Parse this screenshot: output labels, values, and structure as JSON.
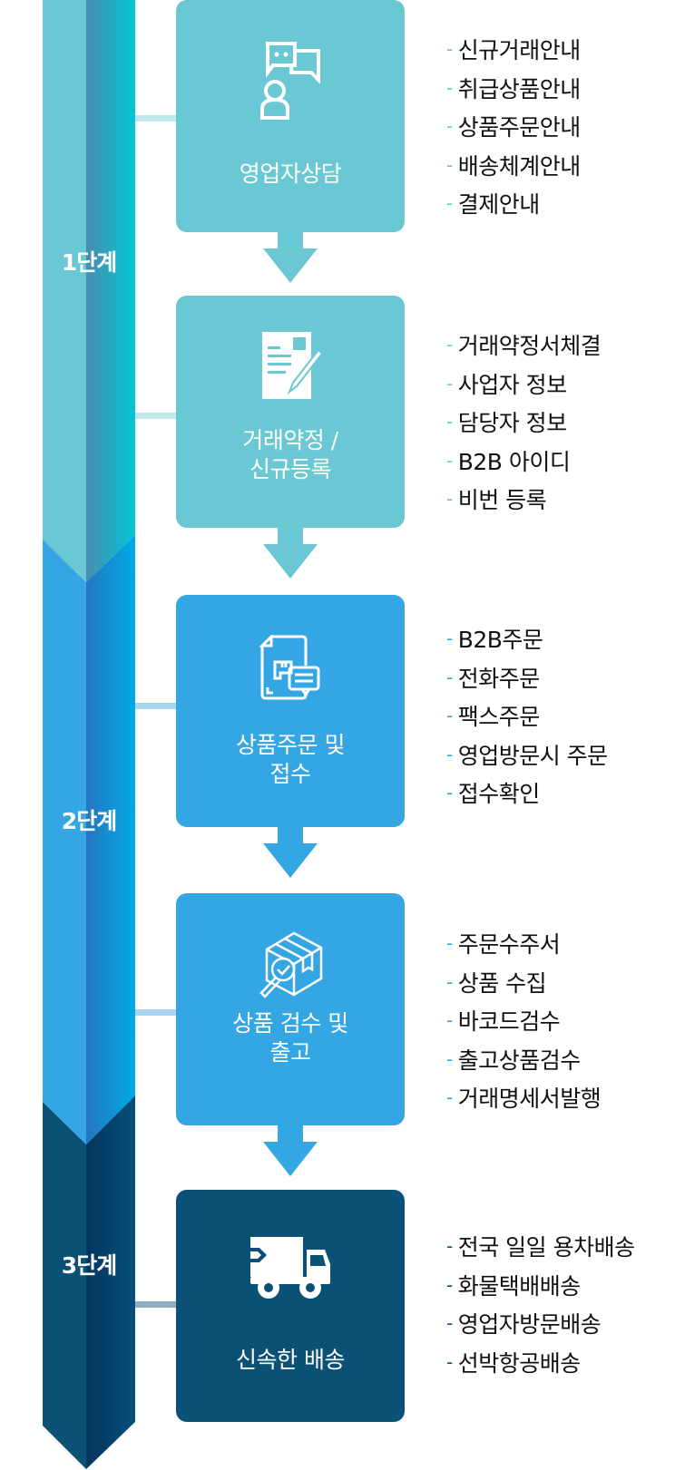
{
  "colors": {
    "stage1": "#69c8d4",
    "stage1_dark_gradient": [
      "#4a8fb0",
      "#00c4d4"
    ],
    "stage2": "#34a6e4",
    "stage2_dark_gradient": [
      "#2577c0",
      "#00a8e4"
    ],
    "stage3": "#0b5075",
    "stage3_dark_gradient": [
      "#063a62",
      "#054f78"
    ],
    "connector1": "#c0e9ee",
    "connector2": "#a6d6f2",
    "connector3": "#8eaec3",
    "text": "#111111"
  },
  "stages": [
    {
      "label": "1단계"
    },
    {
      "label": "2단계"
    },
    {
      "label": "3단계"
    }
  ],
  "steps": [
    {
      "icon": "consultation-chat-icon",
      "title_lines": [
        "영업자상담"
      ],
      "items": [
        "신규거래안내",
        "취급상품안내",
        "상품주문안내",
        "배송체계안내",
        "결제안내"
      ]
    },
    {
      "icon": "contract-document-pen-icon",
      "title_lines": [
        "거래약정 /",
        "신규등록"
      ],
      "items": [
        "거래약정서체결",
        "사업자 정보",
        "담당자 정보",
        "B2B 아이디",
        "비번 등록"
      ]
    },
    {
      "icon": "order-document-message-icon",
      "title_lines": [
        "상품주문 및",
        "접수"
      ],
      "items": [
        "B2B주문",
        "전화주문",
        "팩스주문",
        "영업방문시 주문",
        "접수확인"
      ]
    },
    {
      "icon": "box-inspection-icon",
      "title_lines": [
        "상품 검수 및",
        "출고"
      ],
      "items": [
        "주문수주서",
        "상품 수집",
        "바코드검수",
        "출고상품검수",
        "거래명세서발행"
      ]
    },
    {
      "icon": "delivery-truck-icon",
      "title_lines": [
        "신속한 배송"
      ],
      "items": [
        "전국 일일 용차배송",
        "화물택배배송",
        "영업자방문배송",
        "선박항공배송"
      ]
    }
  ],
  "dash": "-"
}
